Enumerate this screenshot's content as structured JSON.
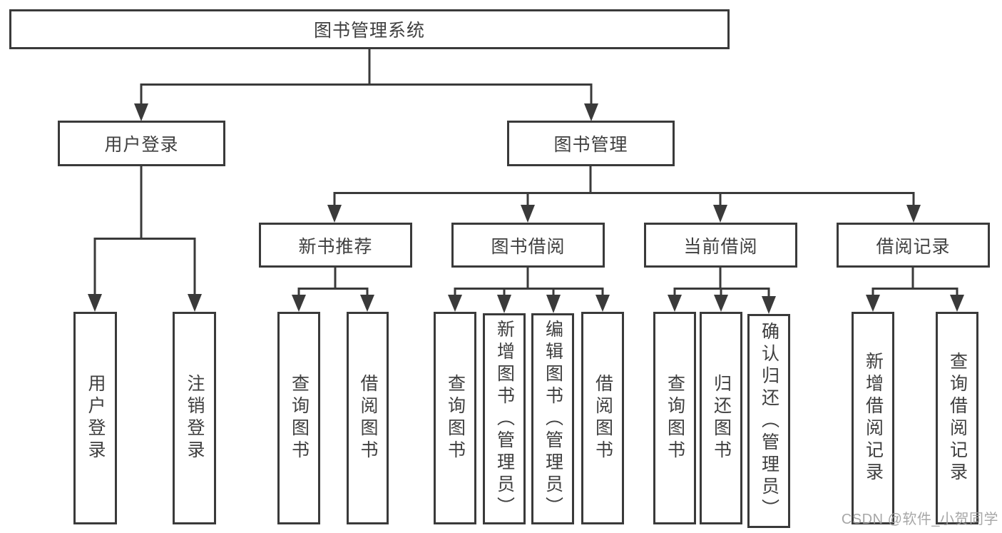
{
  "tree": {
    "label": "图书管理系统",
    "children": [
      {
        "label": "用户登录",
        "children": [
          {
            "label": "用户登录"
          },
          {
            "label": "注销登录"
          }
        ]
      },
      {
        "label": "图书管理",
        "children": [
          {
            "label": "新书推荐",
            "children": [
              {
                "label": "查询图书"
              },
              {
                "label": "借阅图书"
              }
            ]
          },
          {
            "label": "图书借阅",
            "children": [
              {
                "label": "查询图书"
              },
              {
                "label": "新增图书（管理员）"
              },
              {
                "label": "编辑图书（管理员）"
              },
              {
                "label": "借阅图书"
              }
            ]
          },
          {
            "label": "当前借阅",
            "children": [
              {
                "label": "查询图书"
              },
              {
                "label": "归还图书"
              },
              {
                "label": "确认归还（管理员）"
              }
            ]
          },
          {
            "label": "借阅记录",
            "children": [
              {
                "label": "新增借阅记录"
              },
              {
                "label": "查询借阅记录"
              }
            ]
          }
        ]
      }
    ]
  },
  "watermark": {
    "text": "CSDN @软件_小贺同学"
  },
  "colors": {
    "line": "#3a3a3a",
    "text": "#3f3f3f",
    "background": "#ffffff",
    "watermark": "#9e9e9e"
  }
}
